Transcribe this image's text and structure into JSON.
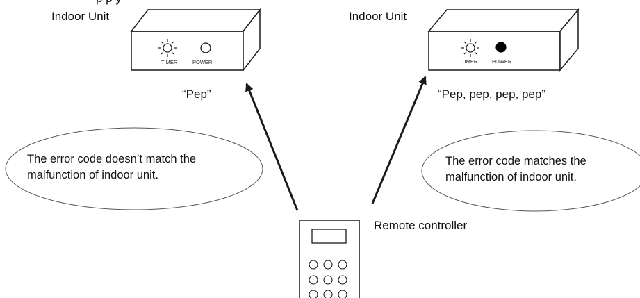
{
  "top_caption": "p                                    p                                    y",
  "left_unit": {
    "label": "Indoor Unit",
    "timer_label": "TIMER",
    "power_label": "POWER",
    "power_indicator": "off",
    "sound": "“Pep”",
    "message_line1": "The error code doesn’t match the",
    "message_line2": "malfunction of indoor unit."
  },
  "right_unit": {
    "label": "Indoor Unit",
    "timer_label": "TIMER",
    "power_label": "POWER",
    "power_indicator": "on",
    "sound": "“Pep, pep, pep, pep”",
    "message_line1": "The error code  matches  the",
    "message_line2": "malfunction of indoor unit."
  },
  "remote": {
    "label": "Remote controller"
  },
  "colors": {
    "line": "#1a1a1a",
    "led_on": "#000000",
    "background": "#ffffff"
  },
  "icons": {
    "timer_led": "sun-icon",
    "power_led": "circle-icon"
  }
}
